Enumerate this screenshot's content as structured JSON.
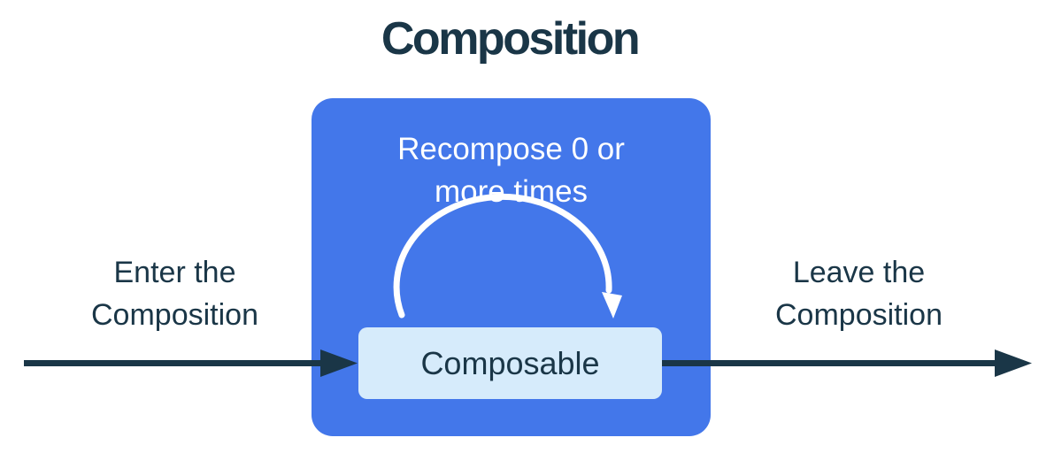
{
  "diagram": {
    "title": "Composition",
    "composition_box": {
      "recompose_label_line1": "Recompose 0 or",
      "recompose_label_line2": "more times",
      "composable_label": "Composable"
    },
    "enter_label": {
      "line1": "Enter the",
      "line2": "Composition"
    },
    "leave_label": {
      "line1": "Leave the",
      "line2": "Composition"
    },
    "icons": {
      "recompose_loop_arrow": "curved-arc-arrow-clockwise",
      "enter_flow_arrow": "right-arrow",
      "leave_flow_arrow": "right-arrow"
    },
    "colors": {
      "box_blue": "#4377EA",
      "composable_fill": "#D6EBFB",
      "ink_navy": "#1A3647",
      "arc_white": "#FFFFFF",
      "background": "#FFFFFF"
    }
  }
}
